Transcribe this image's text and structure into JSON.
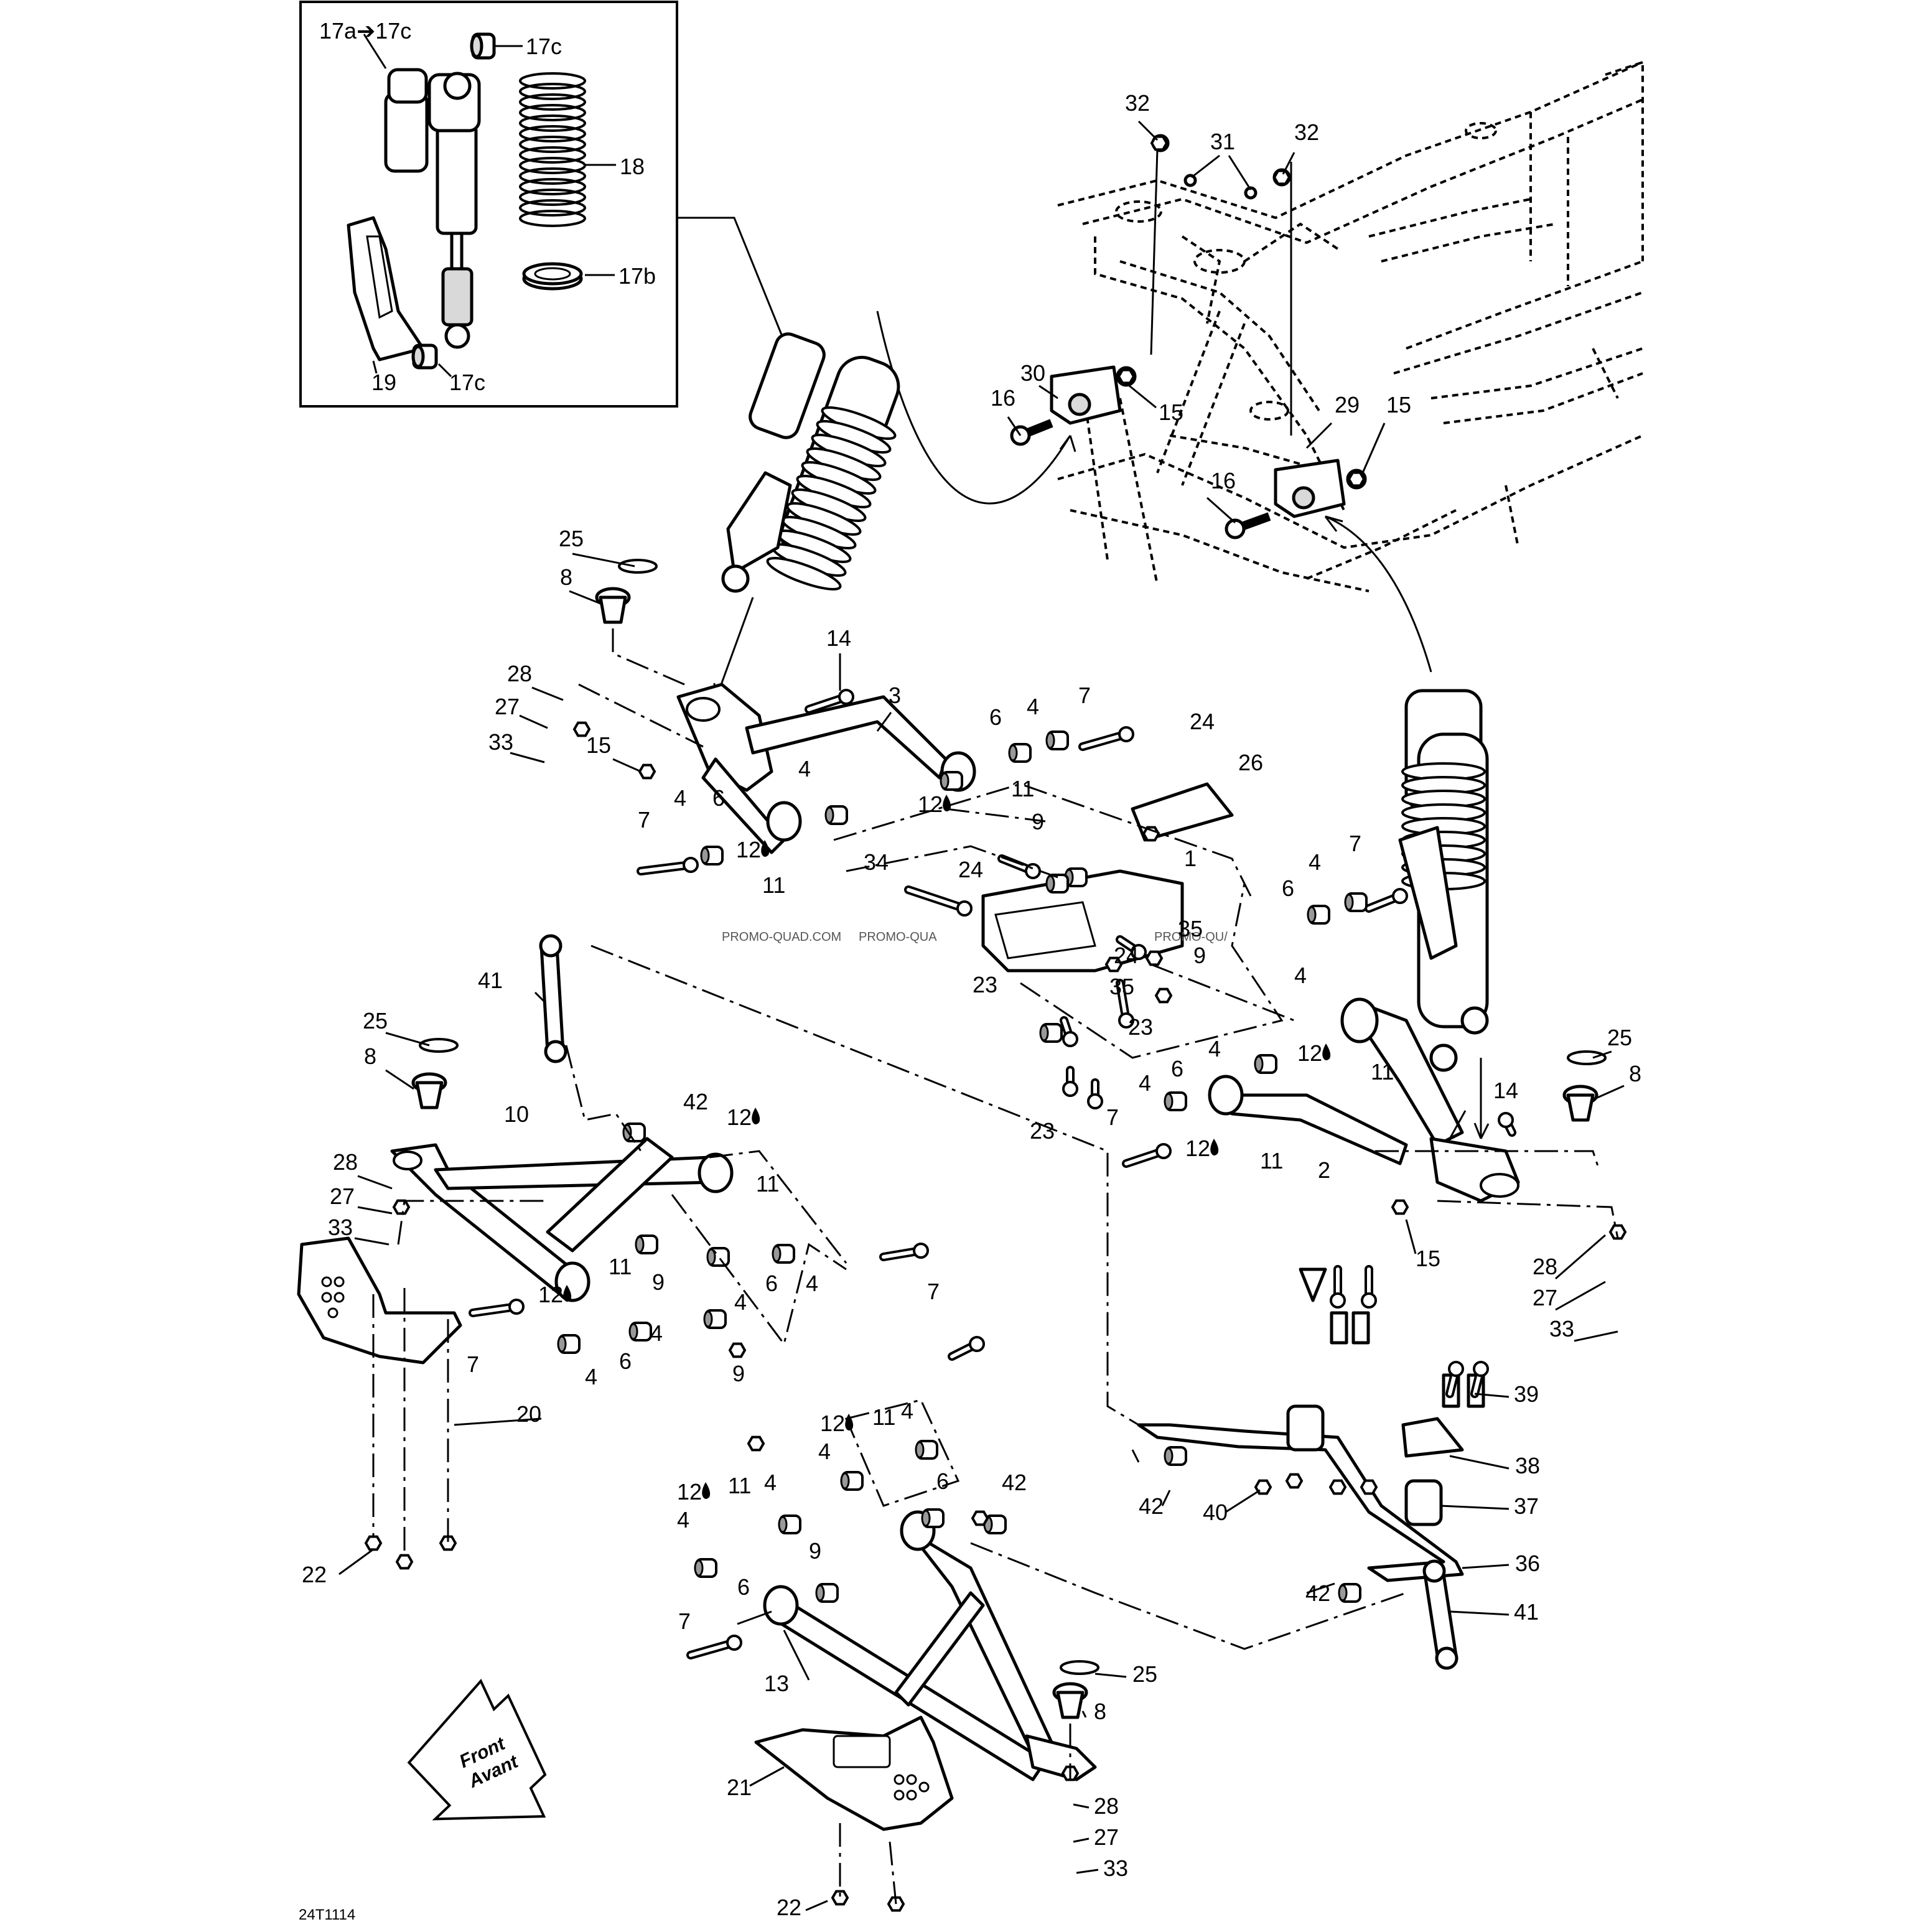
{
  "drawing_code": "24T1114",
  "watermarks": [
    "PROMO-QUAD.COM",
    "PROMO-QUA",
    "PROMO-QU/"
  ],
  "front_arrow": {
    "line1": "Front",
    "line2": "Avant"
  },
  "inset": {
    "labels": {
      "shock_assembly": "17a➔17c",
      "bushing_top": "17c",
      "spring": "18",
      "spring_seat": "17b",
      "guard": "19",
      "bushing_bottom": "17c"
    }
  },
  "callouts": [
    {
      "id": "c32a",
      "text": "32"
    },
    {
      "id": "c31",
      "text": "31"
    },
    {
      "id": "c32b",
      "text": "32"
    },
    {
      "id": "c30",
      "text": "30"
    },
    {
      "id": "c16a",
      "text": "16"
    },
    {
      "id": "c15a",
      "text": "15"
    },
    {
      "id": "c29",
      "text": "29"
    },
    {
      "id": "c15b",
      "text": "15"
    },
    {
      "id": "c16b",
      "text": "16"
    },
    {
      "id": "c25a",
      "text": "25"
    },
    {
      "id": "c8a",
      "text": "8"
    },
    {
      "id": "c14a",
      "text": "14"
    },
    {
      "id": "c28a",
      "text": "28"
    },
    {
      "id": "c27a",
      "text": "27"
    },
    {
      "id": "c33a",
      "text": "33"
    },
    {
      "id": "c15c",
      "text": "15"
    },
    {
      "id": "c3",
      "text": "3"
    },
    {
      "id": "c6a",
      "text": "6"
    },
    {
      "id": "c4a",
      "text": "4"
    },
    {
      "id": "c7a",
      "text": "7"
    },
    {
      "id": "c24a",
      "text": "24"
    },
    {
      "id": "c26",
      "text": "26"
    },
    {
      "id": "c4b",
      "text": "4"
    },
    {
      "id": "c11a",
      "text": "11"
    },
    {
      "id": "c12a",
      "text": "12"
    },
    {
      "id": "c7b",
      "text": "7"
    },
    {
      "id": "c4c",
      "text": "4"
    },
    {
      "id": "c6b",
      "text": "6"
    },
    {
      "id": "c12b",
      "text": "12"
    },
    {
      "id": "c11b",
      "text": "11"
    },
    {
      "id": "c9a",
      "text": "9"
    },
    {
      "id": "c1",
      "text": "1"
    },
    {
      "id": "c34",
      "text": "34"
    },
    {
      "id": "c24b",
      "text": "24"
    },
    {
      "id": "c7c",
      "text": "7"
    },
    {
      "id": "c4d",
      "text": "4"
    },
    {
      "id": "c6c",
      "text": "6"
    },
    {
      "id": "c35a",
      "text": "35"
    },
    {
      "id": "c24c",
      "text": "24"
    },
    {
      "id": "c9b",
      "text": "9"
    },
    {
      "id": "c23a",
      "text": "23"
    },
    {
      "id": "c35b",
      "text": "35"
    },
    {
      "id": "c23b",
      "text": "23"
    },
    {
      "id": "c4e",
      "text": "4"
    },
    {
      "id": "c12c",
      "text": "12"
    },
    {
      "id": "c11c",
      "text": "11"
    },
    {
      "id": "c41a",
      "text": "41"
    },
    {
      "id": "c25b",
      "text": "25"
    },
    {
      "id": "c8b",
      "text": "8"
    },
    {
      "id": "c25c",
      "text": "25"
    },
    {
      "id": "c8c",
      "text": "8"
    },
    {
      "id": "c4f",
      "text": "4"
    },
    {
      "id": "c6d",
      "text": "6"
    },
    {
      "id": "c14b",
      "text": "14"
    },
    {
      "id": "c4g",
      "text": "4"
    },
    {
      "id": "c23c",
      "text": "23"
    },
    {
      "id": "c7d",
      "text": "7"
    },
    {
      "id": "c12d",
      "text": "12"
    },
    {
      "id": "c11d",
      "text": "11"
    },
    {
      "id": "c2",
      "text": "2"
    },
    {
      "id": "c15d",
      "text": "15"
    },
    {
      "id": "c28b",
      "text": "28"
    },
    {
      "id": "c27b",
      "text": "27"
    },
    {
      "id": "c33b",
      "text": "33"
    },
    {
      "id": "c10",
      "text": "10"
    },
    {
      "id": "c42a",
      "text": "42"
    },
    {
      "id": "c12e",
      "text": "12"
    },
    {
      "id": "c11e",
      "text": "11"
    },
    {
      "id": "c28c",
      "text": "28"
    },
    {
      "id": "c27c",
      "text": "27"
    },
    {
      "id": "c33c",
      "text": "33"
    },
    {
      "id": "c9c",
      "text": "9"
    },
    {
      "id": "c11f",
      "text": "11"
    },
    {
      "id": "c12f",
      "text": "12"
    },
    {
      "id": "c6e",
      "text": "6"
    },
    {
      "id": "c4h",
      "text": "4"
    },
    {
      "id": "c4i",
      "text": "4"
    },
    {
      "id": "c7e",
      "text": "7"
    },
    {
      "id": "c6f",
      "text": "6"
    },
    {
      "id": "c4j",
      "text": "4"
    },
    {
      "id": "c4k",
      "text": "4"
    },
    {
      "id": "c7f",
      "text": "7"
    },
    {
      "id": "c9d",
      "text": "9"
    },
    {
      "id": "c20",
      "text": "20"
    },
    {
      "id": "c12g",
      "text": "12"
    },
    {
      "id": "c11g",
      "text": "11"
    },
    {
      "id": "c4l",
      "text": "4"
    },
    {
      "id": "c4m",
      "text": "4"
    },
    {
      "id": "c6g",
      "text": "6"
    },
    {
      "id": "c42b",
      "text": "42"
    },
    {
      "id": "c12h",
      "text": "12"
    },
    {
      "id": "c11h",
      "text": "11"
    },
    {
      "id": "c4n",
      "text": "4"
    },
    {
      "id": "c4o",
      "text": "4"
    },
    {
      "id": "c9e",
      "text": "9"
    },
    {
      "id": "c6h",
      "text": "6"
    },
    {
      "id": "c22a",
      "text": "22"
    },
    {
      "id": "c7g",
      "text": "7"
    },
    {
      "id": "c13",
      "text": "13"
    },
    {
      "id": "c39",
      "text": "39"
    },
    {
      "id": "c38",
      "text": "38"
    },
    {
      "id": "c42c",
      "text": "42"
    },
    {
      "id": "c40",
      "text": "40"
    },
    {
      "id": "c37",
      "text": "37"
    },
    {
      "id": "c36",
      "text": "36"
    },
    {
      "id": "c42d",
      "text": "42"
    },
    {
      "id": "c41b",
      "text": "41"
    },
    {
      "id": "c25d",
      "text": "25"
    },
    {
      "id": "c8d",
      "text": "8"
    },
    {
      "id": "c21",
      "text": "21"
    },
    {
      "id": "c28d",
      "text": "28"
    },
    {
      "id": "c27d",
      "text": "27"
    },
    {
      "id": "c33d",
      "text": "33"
    },
    {
      "id": "c22b",
      "text": "22"
    }
  ]
}
